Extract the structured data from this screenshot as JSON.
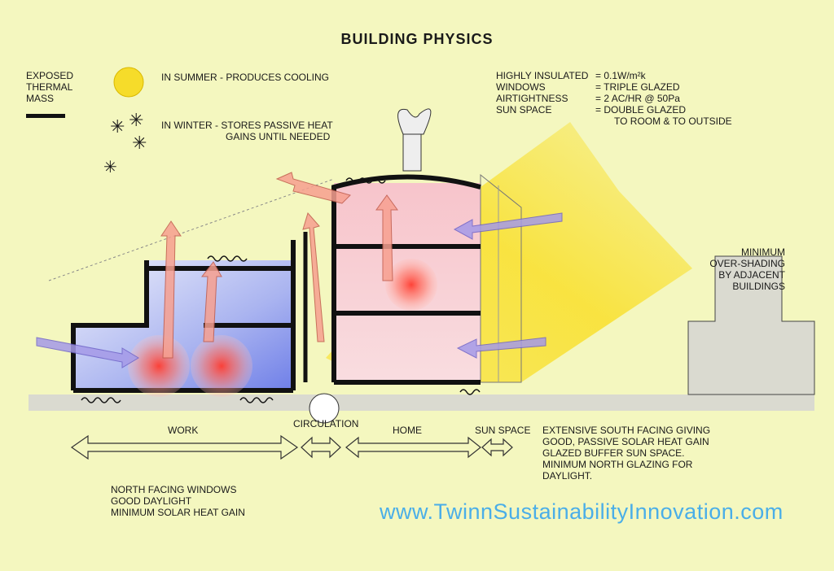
{
  "title": "BUILDING PHYSICS",
  "legend": {
    "exposed_label_lines": [
      "EXPOSED",
      "THERMAL",
      "MASS"
    ],
    "summer": "IN SUMMER - PRODUCES COOLING",
    "winter_line1": "IN WINTER - STORES PASSIVE HEAT",
    "winter_line2": "GAINS UNTIL NEEDED"
  },
  "specs": [
    {
      "name": "HIGHLY INSULATED",
      "value": "= 0.1W/m²k"
    },
    {
      "name": "WINDOWS",
      "value": "= TRIPLE GLAZED"
    },
    {
      "name": "AIRTIGHTNESS",
      "value": "= 2 AC/HR @ 50Pa"
    },
    {
      "name": "SUN SPACE",
      "value": "= DOUBLE GLAZED"
    }
  ],
  "spec_continuation": "TO ROOM & TO OUTSIDE",
  "overshading_lines": [
    "MINIMUM",
    "OVER-SHADING",
    "BY ADJACENT",
    "BUILDINGS"
  ],
  "zones": {
    "work": "WORK",
    "circulation": "CIRCULATION",
    "home": "HOME",
    "sun_space": "SUN SPACE"
  },
  "south_note_lines": [
    "EXTENSIVE SOUTH FACING GIVING",
    "GOOD, PASSIVE SOLAR HEAT GAIN",
    "GLAZED BUFFER SUN SPACE.",
    "MINIMUM NORTH GLAZING FOR",
    "DAYLIGHT."
  ],
  "north_note_lines": [
    "NORTH FACING WINDOWS",
    "GOOD DAYLIGHT",
    "MINIMUM SOLAR HEAT GAIN"
  ],
  "website": "www.TwinnSustainabilityInnovation.com",
  "colors": {
    "background": "#f4f7bf",
    "sun": "#f6dc2a",
    "sunlight": "#f9e23a",
    "work_space": "#6f7fe8",
    "home_space": "#f4b7c0",
    "heat_glow": "#ff3b2f",
    "airflow": "#f08a7a",
    "breeze": "#9d93e6",
    "ground": "#dadad0",
    "website": "#4aaee8"
  }
}
